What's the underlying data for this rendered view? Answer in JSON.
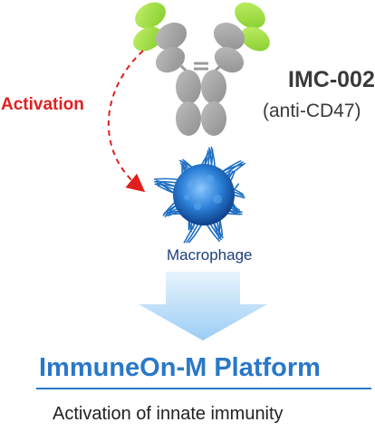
{
  "antibody": {
    "name": "IMC-002",
    "target": "(anti-CD47)"
  },
  "activation_label": "Activation",
  "cell_label": "Macrophage",
  "platform": {
    "name": "ImmuneOn-M Platform",
    "tagline": "Activation of innate immunity"
  },
  "colors": {
    "variable_domain": "#9fe040",
    "constant_domain": "#a3a3a3",
    "activation_arrow": "#e02020",
    "cell": "#2a7fd6",
    "flow_arrow": "#a8d4f6",
    "platform_text": "#2a78c8"
  }
}
